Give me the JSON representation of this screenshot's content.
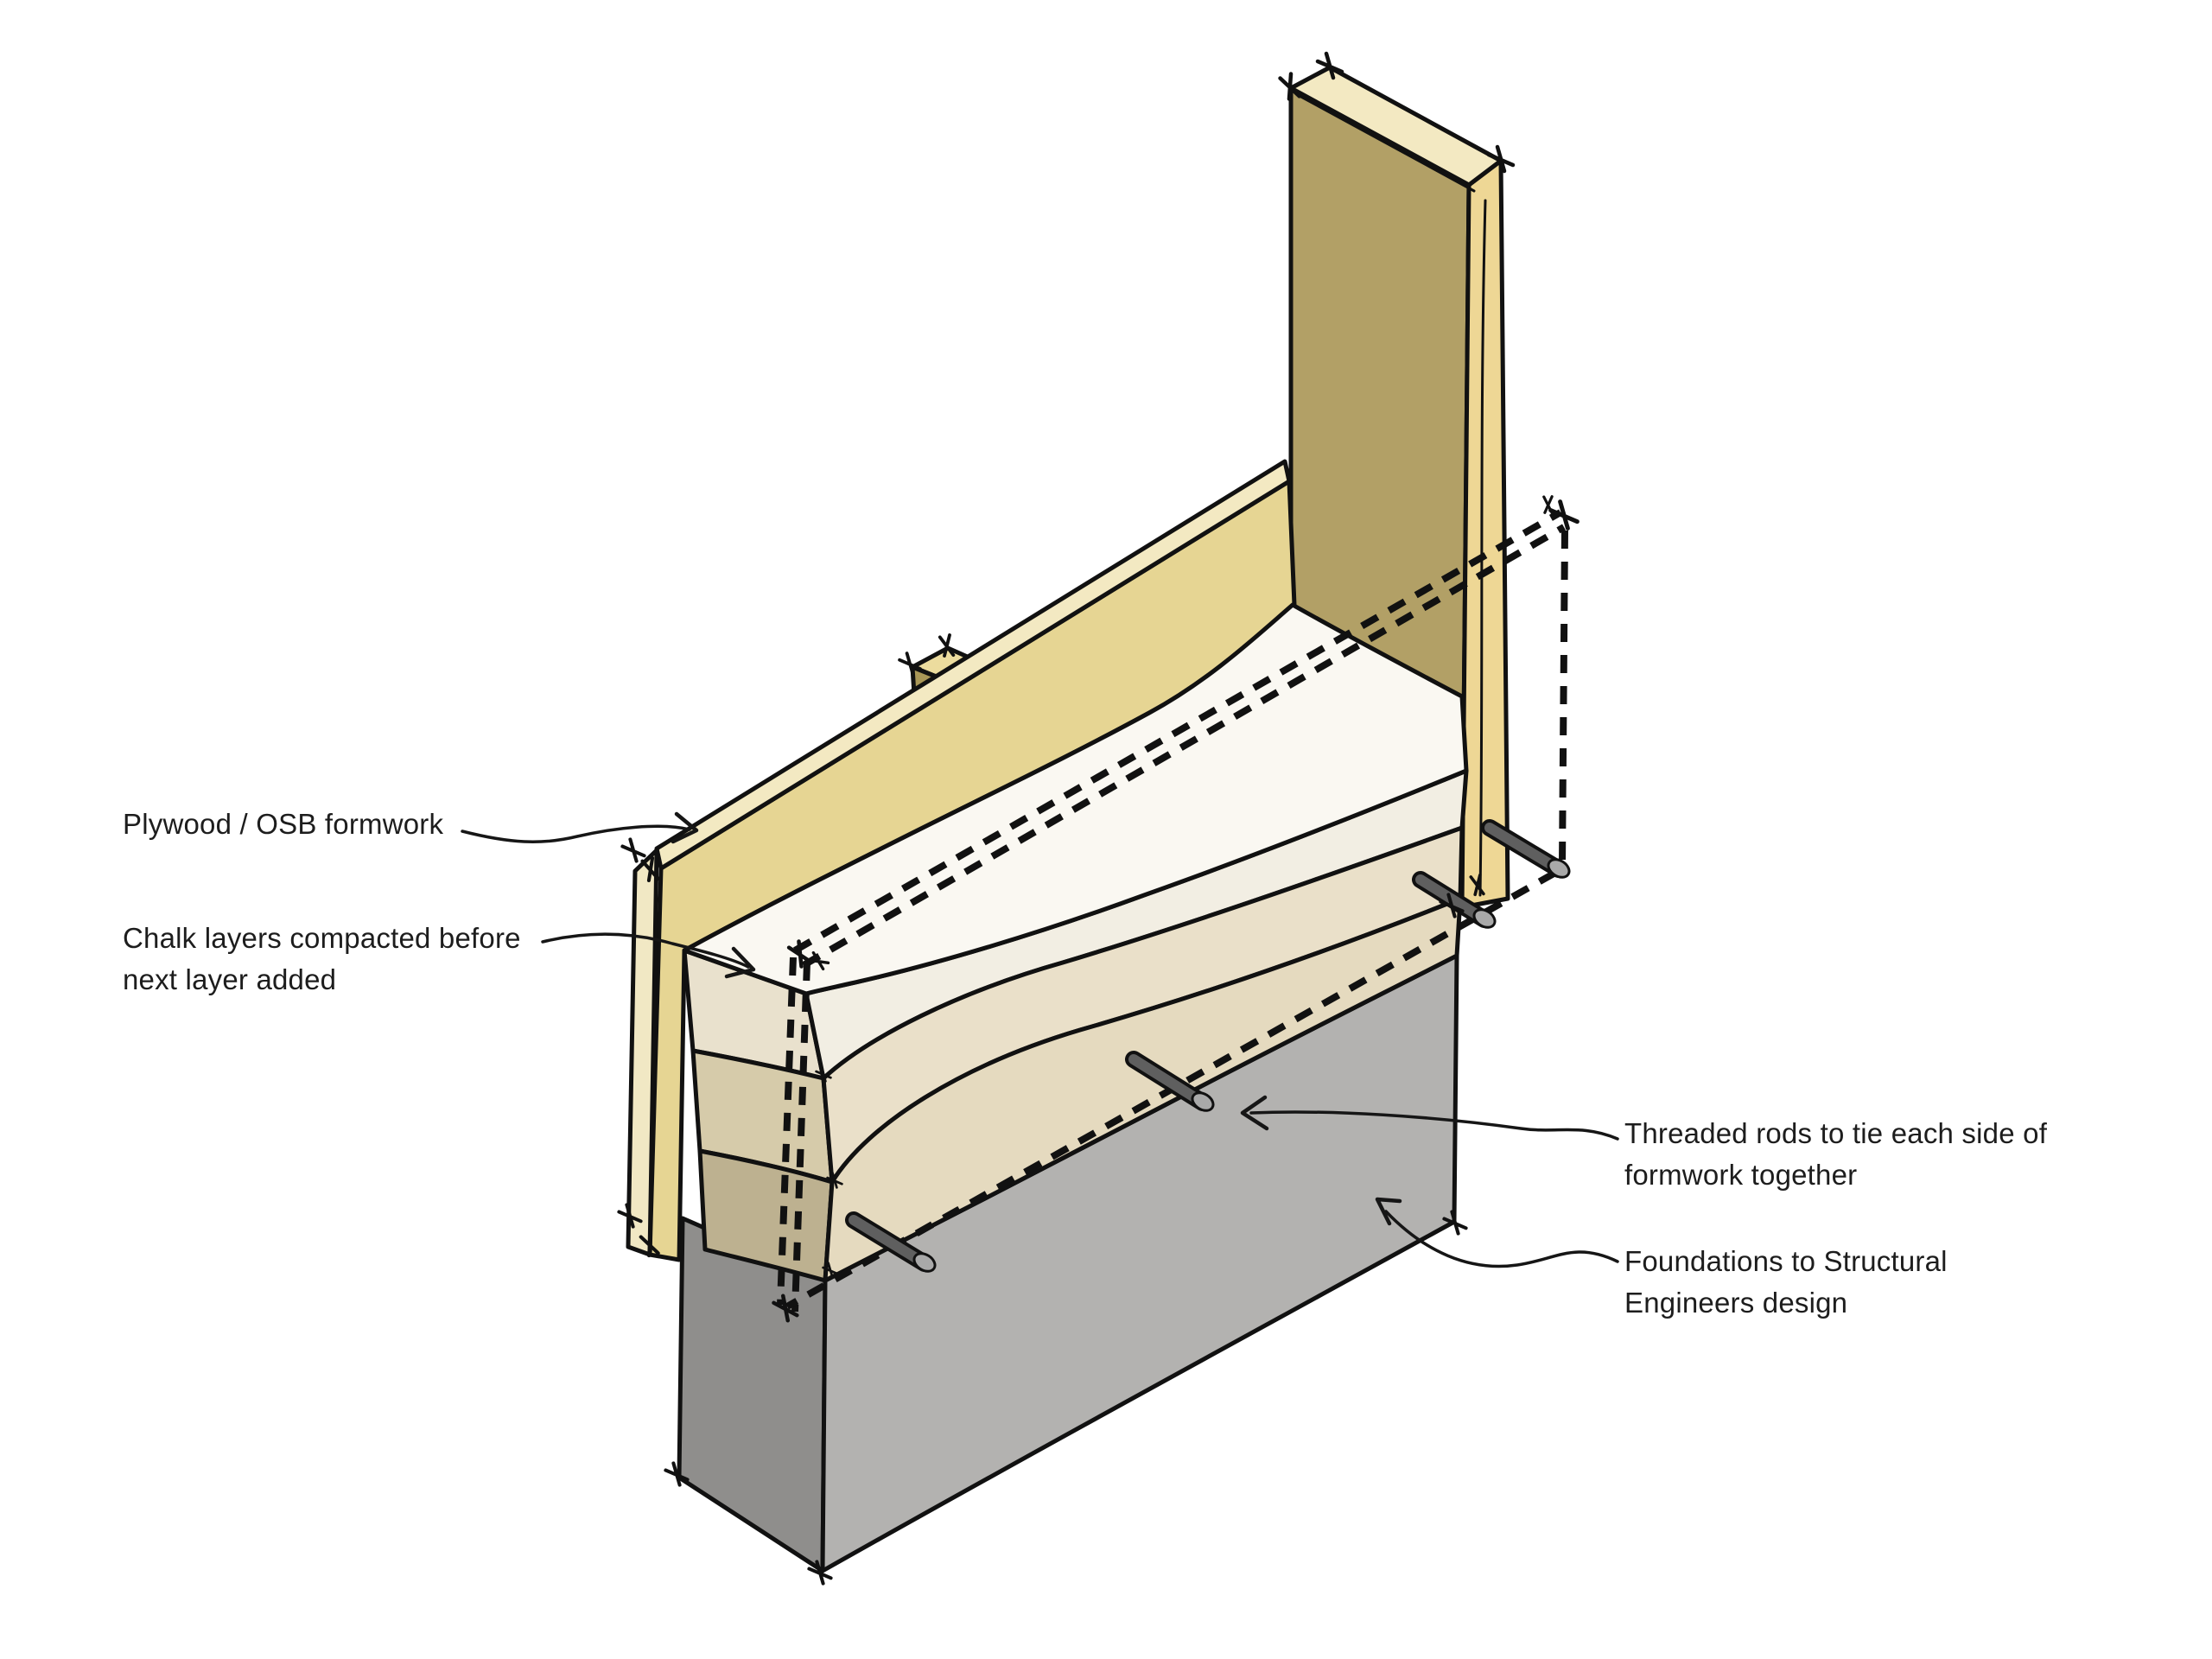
{
  "figure": {
    "type": "construction-detail-sketch",
    "subject": "Rammed chalk wall formwork detail"
  },
  "labels": {
    "plywood": {
      "lines": [
        "Plywood / OSB formwork"
      ]
    },
    "chalk": {
      "lines": [
        "Chalk layers compacted before",
        "next layer added"
      ]
    },
    "rods": {
      "lines": [
        "Threaded rods to tie each side of",
        "formwork together"
      ]
    },
    "foundations": {
      "lines": [
        "Foundations to Structural",
        "Engineers design"
      ]
    }
  },
  "colors": {
    "ink": "#111111",
    "text": "#1d1d1d",
    "wood_face_light": "#e6d593",
    "wood_edge_light": "#f1e8c4",
    "wood_top_strip": "#f3e9c2",
    "wood_face_dark": "#b2a066",
    "wood_side_strip": "#eed795",
    "block_top": "#ecdc9e",
    "block_side": "#a99757",
    "chalk_top": "#faf8f2",
    "chalk_front_1": "#f2eee3",
    "chalk_front_2": "#eae0c9",
    "chalk_front_3": "#e5dabf",
    "chalk_end_1": "#e9e1cd",
    "chalk_end_2": "#d6cbaa",
    "chalk_end_3": "#bdb190",
    "concrete_front": "#b3b2b0",
    "concrete_side": "#8f8e8c",
    "rod_body": "#5f5f5f",
    "rod_cap": "#a9a9a9",
    "background": "#ffffff"
  }
}
